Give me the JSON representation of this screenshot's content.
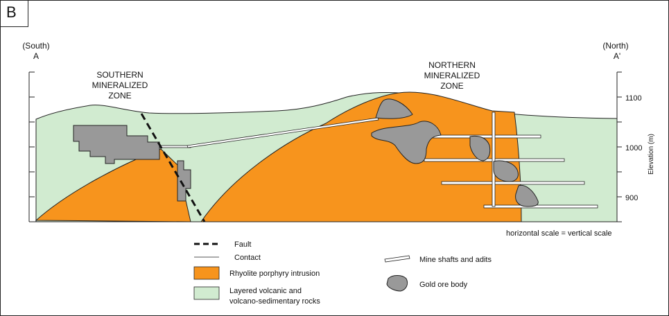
{
  "panel_label": "B",
  "section": {
    "start_direction": "(South)",
    "start_point": "A",
    "end_direction": "(North)",
    "end_point": "A'"
  },
  "zones": {
    "southern": [
      "SOUTHERN",
      "MINERALIZED",
      "ZONE"
    ],
    "northern": [
      "NORTHERN",
      "MINERALIZED",
      "ZONE"
    ]
  },
  "elevation_axis": {
    "label": "Elevation (m)",
    "ticks": [
      "1100",
      "1000",
      "900"
    ]
  },
  "scale_note": "horizontal scale = vertical scale",
  "legend": [
    {
      "key": "fault",
      "label": "Fault"
    },
    {
      "key": "contact",
      "label": "Contact"
    },
    {
      "key": "rhyolite",
      "label": "Rhyolite porphyry intrusion",
      "color": "#f7941d"
    },
    {
      "key": "layered",
      "label": [
        "Layered volcanic and",
        "volcano-sedimentary rocks"
      ],
      "color": "#d1ebd0"
    },
    {
      "key": "mine",
      "label": "Mine shafts and adits"
    },
    {
      "key": "ore",
      "label": "Gold ore body",
      "color": "#999999"
    }
  ],
  "colors": {
    "orange": "#f7941d",
    "green": "#d1ebd0",
    "ore": "#999999",
    "line": "#222222"
  }
}
